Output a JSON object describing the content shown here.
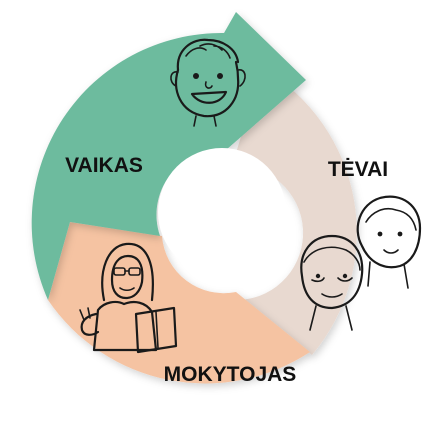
{
  "cycle": {
    "segments": [
      {
        "label": "VAIKAS",
        "icon": "child-face-icon",
        "color": "#6dbb9e"
      },
      {
        "label": "TĖVAI",
        "icon": "parents-faces-icon",
        "color": "#e8d9d0"
      },
      {
        "label": "MOKYTOJAS",
        "icon": "teacher-reading-icon",
        "color": "#f5c3a2"
      }
    ]
  }
}
